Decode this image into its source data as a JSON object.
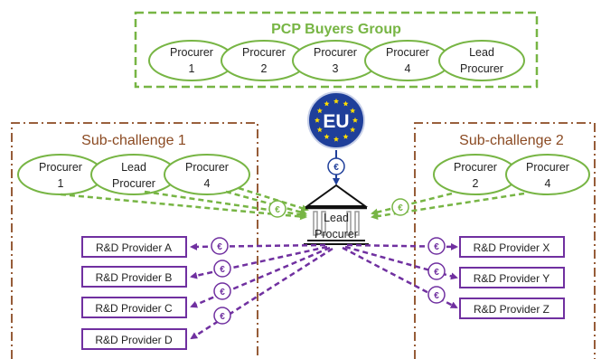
{
  "colors": {
    "green": "#77b544",
    "green_dark": "#5e9c33",
    "brown": "#8b4a22",
    "purple": "#7030a0",
    "eu_blue": "#1f3f9a",
    "eu_star": "#ffdd00"
  },
  "buyers_group": {
    "title": "PCP Buyers Group",
    "members": [
      {
        "line1": "Procurer",
        "line2": "1"
      },
      {
        "line1": "Procurer",
        "line2": "2"
      },
      {
        "line1": "Procurer",
        "line2": "3"
      },
      {
        "line1": "Procurer",
        "line2": "4"
      },
      {
        "line1": "Lead",
        "line2": "Procurer"
      }
    ]
  },
  "eu": {
    "label": "EU",
    "euro": "€"
  },
  "lead": {
    "line1": "Lead",
    "line2": "Procurer"
  },
  "sub1": {
    "title": "Sub-challenge 1",
    "procurers": [
      {
        "line1": "Procurer",
        "line2": "1"
      },
      {
        "line1": "Lead",
        "line2": "Procurer"
      },
      {
        "line1": "Procurer",
        "line2": "4"
      }
    ],
    "providers": [
      "R&D Provider A",
      "R&D Provider B",
      "R&D Provider C",
      "R&D Provider D"
    ]
  },
  "sub2": {
    "title": "Sub-challenge 2",
    "procurers": [
      {
        "line1": "Procurer",
        "line2": "2"
      },
      {
        "line1": "Procurer",
        "line2": "4"
      }
    ],
    "providers": [
      "R&D Provider X",
      "R&D Provider Y",
      "R&D Provider Z"
    ]
  },
  "euro_symbol": "€"
}
